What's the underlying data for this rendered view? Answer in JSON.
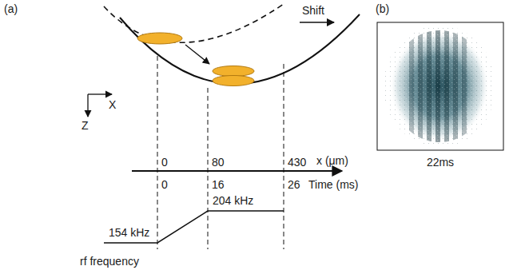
{
  "diagram": {
    "labels": [
      "(a)",
      "(b)",
      "Shift",
      "X",
      "Z",
      "0",
      "80",
      "430",
      "x (μm)",
      "0",
      "16",
      "26",
      "Time (ms)",
      "154 kHz",
      "204 kHz",
      "rf frequency",
      "22ms"
    ]
  }
}
